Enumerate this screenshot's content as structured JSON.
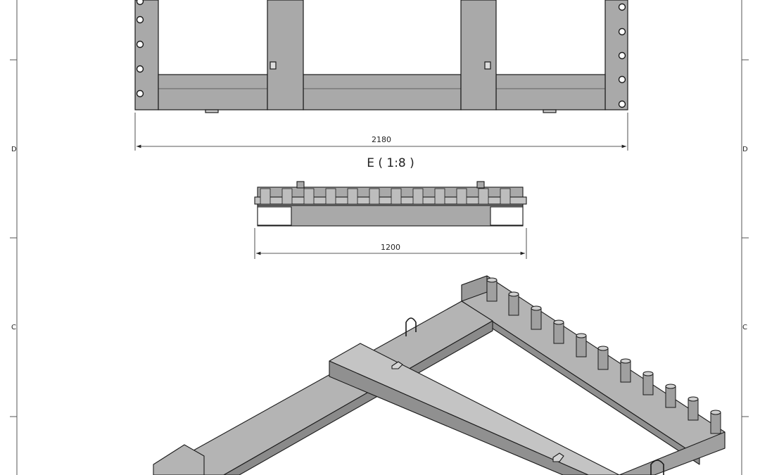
{
  "sheet": {
    "zone_labels": {
      "d_left": "D",
      "d_right": "D",
      "c_left": "C",
      "c_right": "C"
    }
  },
  "top_view": {
    "width_dimension": "2180"
  },
  "view_e": {
    "label": "E ( 1:8 )",
    "width_dimension": "1200"
  },
  "colors": {
    "steel": "#a9a9a9",
    "steel_dark": "#7d7d7d",
    "steel_light": "#c4c4c4",
    "line": "#1a1a1a",
    "border": "#555555"
  }
}
